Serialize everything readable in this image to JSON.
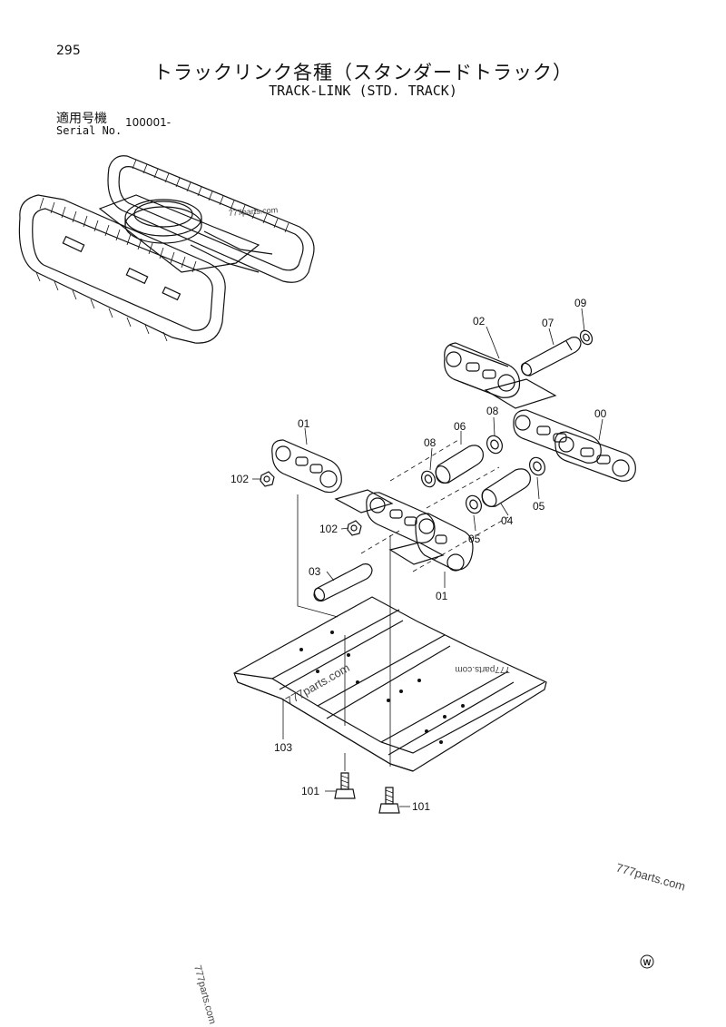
{
  "page": {
    "number": "295"
  },
  "title": {
    "japanese": "トラックリンク各種（スタンダードトラック）",
    "english": "TRACK-LINK (STD. TRACK)"
  },
  "serial": {
    "label_jp": "適用号機",
    "label_en": "Serial No.",
    "value": "100001-"
  },
  "parts": {
    "p00": "00",
    "p01a": "01",
    "p01b": "01",
    "p02": "02",
    "p03": "03",
    "p04": "04",
    "p05a": "05",
    "p05b": "05",
    "p06": "06",
    "p07": "07",
    "p08a": "08",
    "p08b": "08",
    "p09": "09",
    "p101a": "101",
    "p101b": "101",
    "p102a": "102",
    "p102b": "102",
    "p103": "103"
  },
  "watermarks": {
    "w1": "777parts.com",
    "w2": "777parts.com",
    "w3": "777parts.com",
    "w4": "777parts.com",
    "w5": "777parts.com"
  },
  "logo": {
    "symbol": "W"
  }
}
